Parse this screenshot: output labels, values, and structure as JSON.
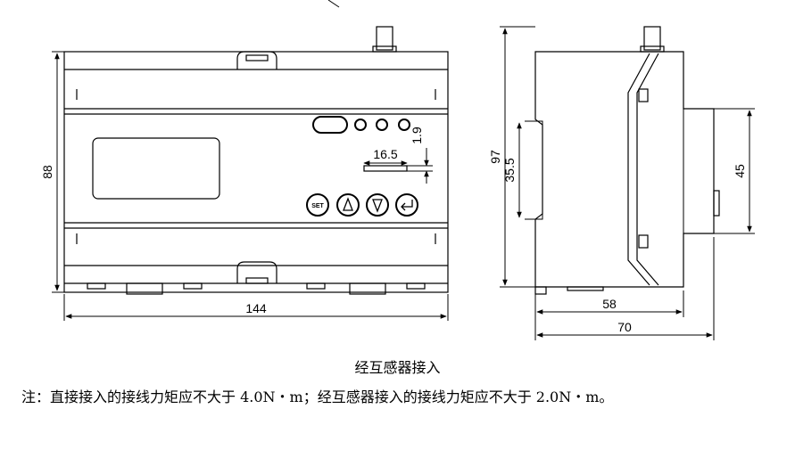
{
  "front_view": {
    "width_dim": "144",
    "height_dim": "88",
    "small_dim_horizontal": "16.5",
    "small_dim_vertical": "1.9",
    "button_labels": {
      "set": "SET"
    }
  },
  "side_view": {
    "height_dim": "97",
    "rail_dim": "35.5",
    "right_dim": "45",
    "depth_inner_dim": "58",
    "depth_total_dim": "70"
  },
  "caption": "经互感器接入",
  "note": "注：直接接入的接线力矩应不大于 4.0N・m；经互感器接入的接线力矩应不大于 2.0N・m。"
}
